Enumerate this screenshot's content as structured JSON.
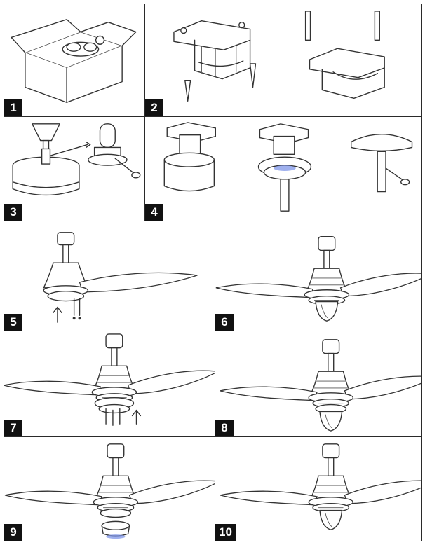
{
  "steps": [
    {
      "number": "1",
      "icon": "fan-box-icon"
    },
    {
      "number": "2",
      "icon": "mounting-bracket-icon"
    },
    {
      "number": "3",
      "icon": "motor-downrod-icon"
    },
    {
      "number": "4",
      "icon": "canopy-assembly-icon"
    },
    {
      "number": "5",
      "icon": "attach-blades-icon"
    },
    {
      "number": "6",
      "icon": "fan-assembled-icon"
    },
    {
      "number": "7",
      "icon": "light-kit-screws-icon"
    },
    {
      "number": "8",
      "icon": "light-kit-attached-icon"
    },
    {
      "number": "9",
      "icon": "glass-shade-icon"
    },
    {
      "number": "10",
      "icon": "fan-complete-icon"
    }
  ]
}
